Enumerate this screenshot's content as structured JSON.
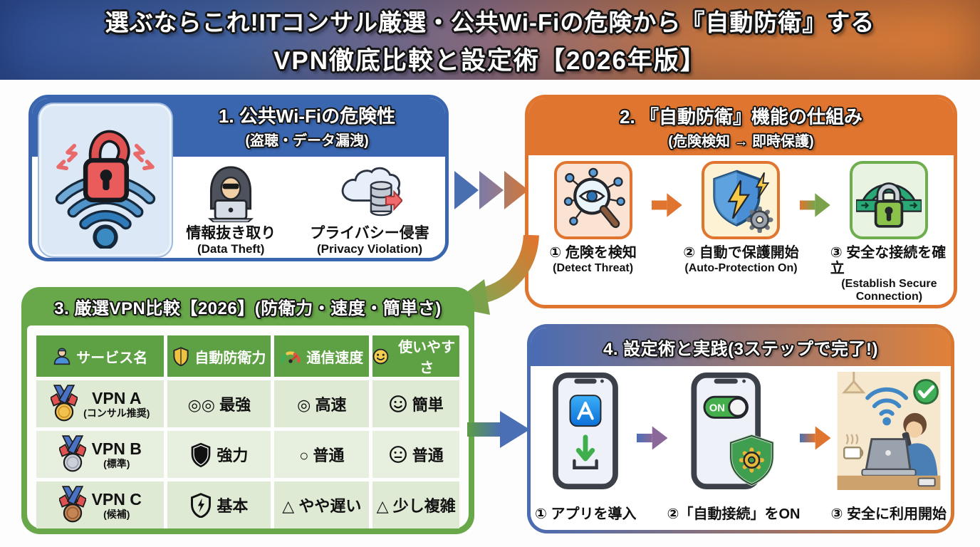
{
  "banner": {
    "line1": "選ぶならこれ!ITコンサル厳選・公共Wi-Fiの危険から『自動防衛』する",
    "line2": "VPN徹底比較と設定術【2026年版】"
  },
  "colors": {
    "banner_blue": "#35549b",
    "banner_orange": "#dd7c36",
    "section1_blue": "#3a66b0",
    "section2_orange": "#e0752f",
    "section3_green": "#68a74a",
    "table_header_green": "#5ea144",
    "table_row_green": "#dfead5",
    "alert_red": "#ea5c5c",
    "check_green": "#3fae57"
  },
  "sections": {
    "danger": {
      "title": "1. 公共Wi-Fiの危険性",
      "subtitle": "(盗聴・データ漏洩)",
      "main_icon": "wifi-unlocked-padlock-icon",
      "items": [
        {
          "icon": "hacker-laptop-icon",
          "label": "情報抜き取り",
          "sublabel": "(Data Theft)"
        },
        {
          "icon": "cloud-database-leak-icon",
          "label": "プライバシー侵害",
          "sublabel": "(Privacy Violation)"
        }
      ]
    },
    "mechanism": {
      "title": "2. 『自動防衛』機能の仕組み",
      "subtitle": "(危険検知 → 即時保護)",
      "steps": [
        {
          "icon": "detect-network-magnifier-icon",
          "label": "① 危険を検知",
          "sublabel": "(Detect Threat)"
        },
        {
          "icon": "shield-lightning-gear-icon",
          "label": "② 自動で保護開始",
          "sublabel": "(Auto-Protection On)"
        },
        {
          "icon": "secure-tunnel-lock-icon",
          "label": "③ 安全な接続を確立",
          "sublabel": "(Establish Secure Connection)"
        }
      ]
    },
    "comparison": {
      "title": "3. 厳選VPN比較【2026】(防衛力・速度・簡単さ)",
      "headers": [
        {
          "icon": "person-icon",
          "label": "サービス名"
        },
        {
          "icon": "shield-icon",
          "label": "自動防衛力"
        },
        {
          "icon": "speedometer-icon",
          "label": "通信速度"
        },
        {
          "icon": "smiley-icon",
          "label": "使いやすさ"
        }
      ],
      "rows": [
        {
          "medal": "gold-medal-icon",
          "name": "VPN A",
          "note": "(コンサル推奨)",
          "defense": "◎◎ 最強",
          "speed": "◎ 高速",
          "usability": "簡単"
        },
        {
          "medal": "silver-medal-icon",
          "name": "VPN B",
          "note": "(標準)",
          "defense": "強力",
          "speed": "○ 普通",
          "usability": "普通"
        },
        {
          "medal": "bronze-medal-icon",
          "name": "VPN C",
          "note": "(候補)",
          "defense": "基本",
          "speed": "△ やや遅い",
          "usability": "△ 少し複雑"
        }
      ]
    },
    "setup": {
      "title": "4. 設定術と実践(3ステップで完了!)",
      "toggle_label": "ON",
      "steps": [
        {
          "icon": "phone-appstore-download-icon",
          "label": "① アプリを導入"
        },
        {
          "icon": "phone-toggle-shield-icon",
          "label": "②「自動接続」をON"
        },
        {
          "icon": "cafe-safe-usage-icon",
          "label": "③ 安全に利用開始"
        }
      ]
    }
  }
}
